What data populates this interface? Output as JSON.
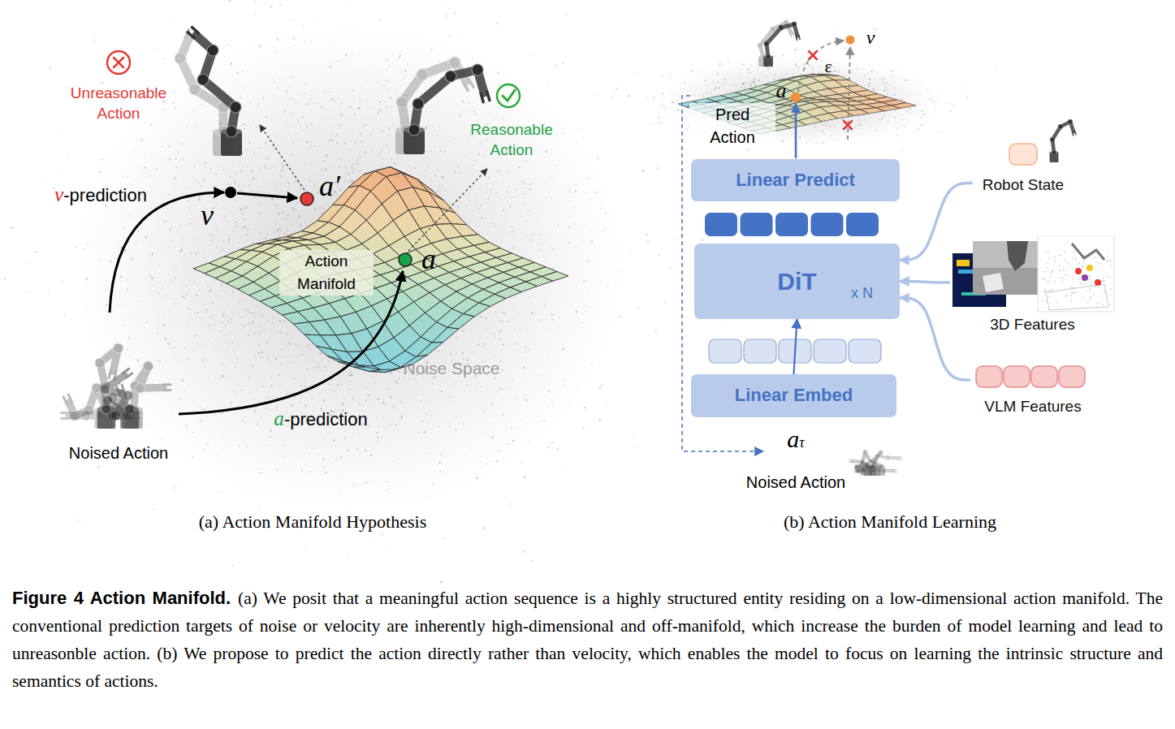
{
  "diagram": {
    "title": "Figure 4 Action Manifold.",
    "caption": "(a) We posit that a meaningful action sequence is a highly structured entity residing on a low-dimensional action manifold. The conventional prediction targets of noise or velocity are inherently high-dimensional and off-manifold, which increase the burden of model learning and lead to unreasonble action. (b) We propose to predict the action directly rather than velocity, which enables the model to focus on learning the intrinsic structure and semantics of actions.",
    "nodes": [
      {
        "text": [
          "Linear Predict"
        ]
      },
      {
        "text": [
          "DiT",
          "x N"
        ]
      },
      {
        "text": [
          "Linear Embed"
        ]
      },
      {
        "text": [
          "Robot State"
        ]
      },
      {
        "text": [
          "3D Features"
        ]
      },
      {
        "text": [
          "VLM Features"
        ]
      }
    ],
    "edges": [
      {
        "from": 2,
        "to": 1,
        "arrow": "to"
      },
      {
        "from": 3,
        "to": 1,
        "arrow": "to"
      },
      {
        "from": 4,
        "to": 1,
        "arrow": "to"
      },
      {
        "from": 5,
        "to": 1,
        "arrow": "to"
      }
    ],
    "labels": [
      "Unreasonable Action",
      "Reasonable Action",
      "v-prediction",
      "v",
      "a′",
      "Action Manifold",
      "a",
      "Noise Space",
      "a-prediction",
      "Noised Action",
      "(a) Action Manifold Hypothesis",
      "a",
      "Pred Action",
      "ε",
      "v",
      "aτ",
      "Noised Action",
      "(b) Action Manifold Learning"
    ]
  }
}
